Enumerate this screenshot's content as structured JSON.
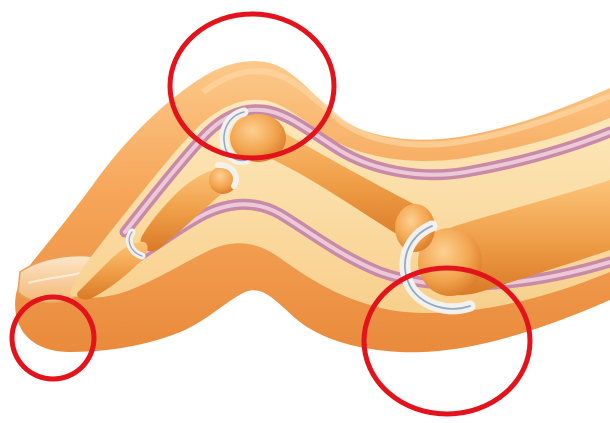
{
  "image": {
    "subject": "finger-anatomy-illustration",
    "style": "medical-illustration",
    "colors": {
      "background": "#ffffff",
      "skin": "#f5a256",
      "skin_light": "#fcc98a",
      "skin_shadow": "#e0782d",
      "tissue": "#fbe0a6",
      "bone": "#f0a04a",
      "bone_light": "#fcc47a",
      "bone_dark": "#d97a28",
      "cartilage": "#f4f1ec",
      "cartilage_edge": "#8fa9c8",
      "tendon": "#c98aa8",
      "tendon_light": "#e8c4d3",
      "nail": "#fbd9b2",
      "highlight_circle": "#e3121b"
    },
    "highlight_circles": [
      {
        "name": "fingertip",
        "marks": "distal-tip"
      },
      {
        "name": "pip-joint-dorsal",
        "marks": "middle-joint-top"
      },
      {
        "name": "mcp-joint-palmar",
        "marks": "base-joint-underside"
      }
    ]
  }
}
